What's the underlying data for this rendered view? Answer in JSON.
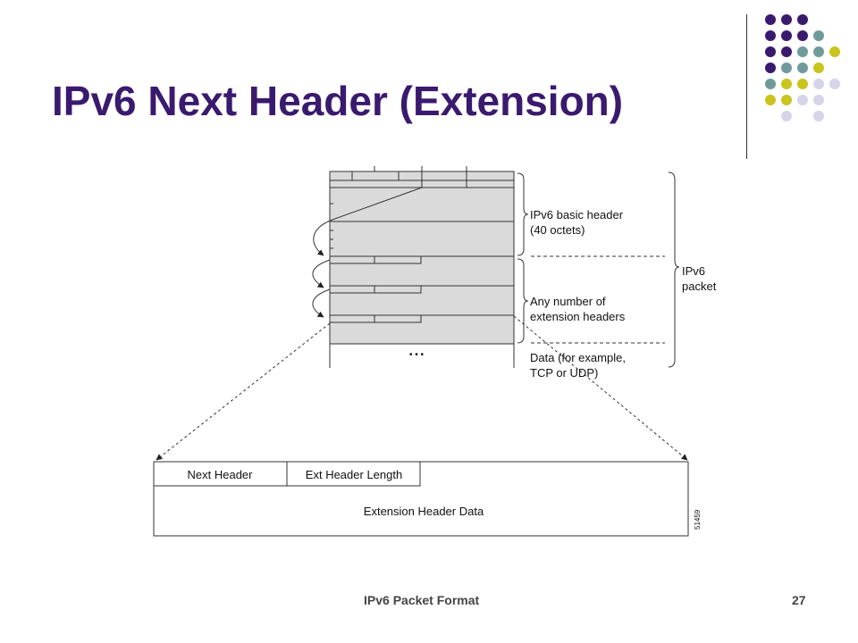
{
  "slide": {
    "title": "IPv6 Next Header (Extension)",
    "footer_left": "IPv6 Packet Format",
    "page_number": "27"
  },
  "colors": {
    "title": "#3a1a6e",
    "dot_purple": "#3a1a6e",
    "dot_teal": "#6f9b9a",
    "dot_yellow": "#c9c41e",
    "dot_lavender": "#d6d4e8",
    "packet_fill": "#dadada"
  },
  "decoration": {
    "dot_rows": [
      [
        "purple",
        "purple",
        "purple",
        "",
        ""
      ],
      [
        "purple",
        "purple",
        "purple",
        "teal",
        ""
      ],
      [
        "purple",
        "purple",
        "teal",
        "teal",
        "yellow"
      ],
      [
        "purple",
        "teal",
        "teal",
        "yellow",
        ""
      ],
      [
        "teal",
        "yellow",
        "yellow",
        "lavender",
        "lavender"
      ],
      [
        "yellow",
        "yellow",
        "lavender",
        "lavender",
        ""
      ],
      [
        "",
        "lavender",
        "",
        "lavender",
        ""
      ]
    ]
  },
  "diagram": {
    "labels": {
      "basic_header_1": "IPv6 basic header",
      "basic_header_2": "(40 octets)",
      "ext_headers_1": "Any number of",
      "ext_headers_2": "extension headers",
      "data_1": "Data (for example,",
      "data_2": "TCP or UDP)",
      "packet_1": "IPv6",
      "packet_2": "packet",
      "ellipsis": "• • •",
      "figure_id": "51459"
    },
    "detail": {
      "next_header": "Next Header",
      "ext_header_length": "Ext Header Length",
      "ext_header_data": "Extension Header Data"
    }
  }
}
